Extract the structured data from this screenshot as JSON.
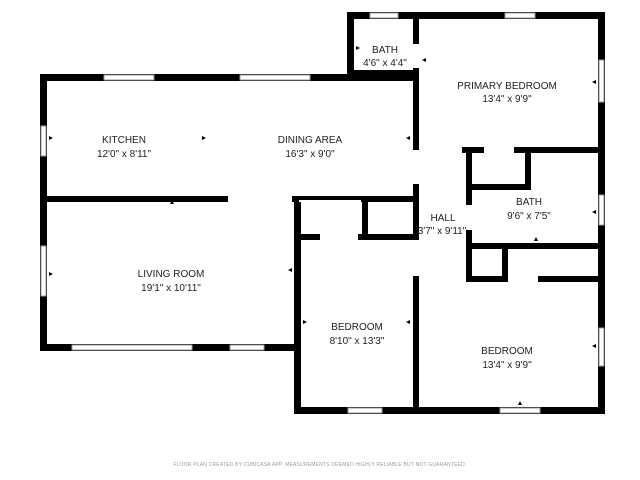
{
  "rooms": {
    "bath_small": {
      "name": "BATH",
      "dims": "4'6\" x 4'4\""
    },
    "primary": {
      "name": "PRIMARY BEDROOM",
      "dims": "13'4\" x 9'9\""
    },
    "kitchen": {
      "name": "KITCHEN",
      "dims": "12'0\" x 8'11\""
    },
    "dining": {
      "name": "DINING AREA",
      "dims": "16'3\" x 9'0\""
    },
    "hall": {
      "name": "HALL",
      "dims": "3'7\" x 9'11\""
    },
    "bath": {
      "name": "BATH",
      "dims": "9'6\" x 7'5\""
    },
    "living": {
      "name": "LIVING ROOM",
      "dims": "19'1\" x 10'11\""
    },
    "bedroom_left": {
      "name": "BEDROOM",
      "dims": "8'10\" x 13'3\""
    },
    "bedroom_right": {
      "name": "BEDROOM",
      "dims": "13'4\" x 9'9\""
    }
  },
  "footer": "FLOOR PLAN CREATED BY CUBICASA APP. MEASUREMENTS DEEMED HIGHLY RELIABLE BUT NOT GUARANTEED.",
  "colors": {
    "wall": "#000000",
    "window": "#ffffff",
    "label": "#222222",
    "footer": "#9a9a9a"
  }
}
